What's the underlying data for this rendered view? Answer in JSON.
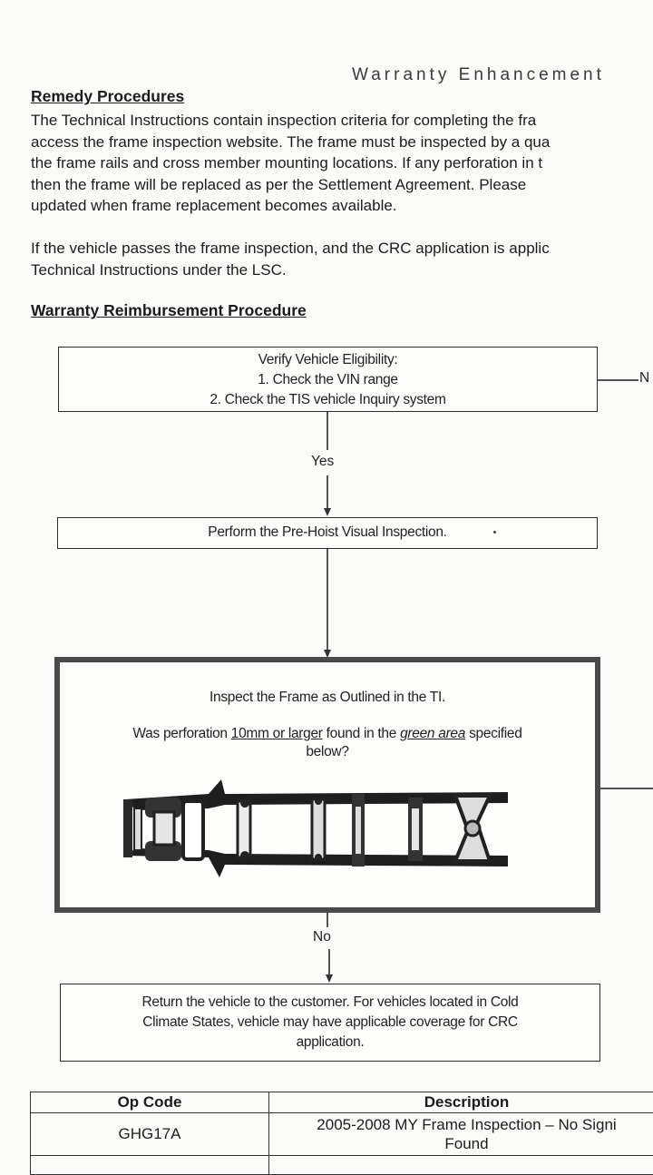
{
  "header": {
    "title": "Warranty Enhancement"
  },
  "remedy": {
    "heading": "Remedy Procedures",
    "lines": [
      "The Technical Instructions contain inspection criteria for completing the fra",
      "access the frame inspection website.  The frame must be inspected by a qua",
      "the frame rails and cross member mounting locations.  If any perforation in t",
      "then the frame will be replaced as per the Settlement Agreement.  Please",
      "updated when frame replacement becomes available."
    ],
    "lines2": [
      "If the vehicle passes the frame inspection, and the CRC application is applic",
      "Technical Instructions under the LSC."
    ]
  },
  "reimbursement": {
    "heading": "Warranty Reimbursement Procedure",
    "box1": {
      "lines": [
        "Verify Vehicle Eligibility:",
        "1. Check the VIN range",
        "2. Check the TIS vehicle Inquiry system"
      ]
    },
    "box1_right_label": "N",
    "yes_label": "Yes",
    "box2": {
      "text": "Perform the Pre-Hoist Visual Inspection."
    },
    "box3": {
      "title": "Inspect the Frame as Outlined in the TI.",
      "q_prefix": "Was perforation ",
      "q_size": "10mm or larger",
      "q_mid": " found in the ",
      "q_area": "green area",
      "q_suffix": " specified",
      "q_line2": "below?"
    },
    "no_label": "No",
    "box4": {
      "lines": [
        "Return the vehicle to the customer.  For vehicles located in Cold",
        "Climate States, vehicle may have applicable coverage for CRC",
        "application."
      ]
    }
  },
  "table": {
    "headers": [
      "Op Code",
      "Description"
    ],
    "rows": [
      {
        "code": "GHG17A",
        "desc_line1": "2005-2008 MY Frame Inspection – No Signi",
        "desc_line2": "Found"
      }
    ]
  }
}
